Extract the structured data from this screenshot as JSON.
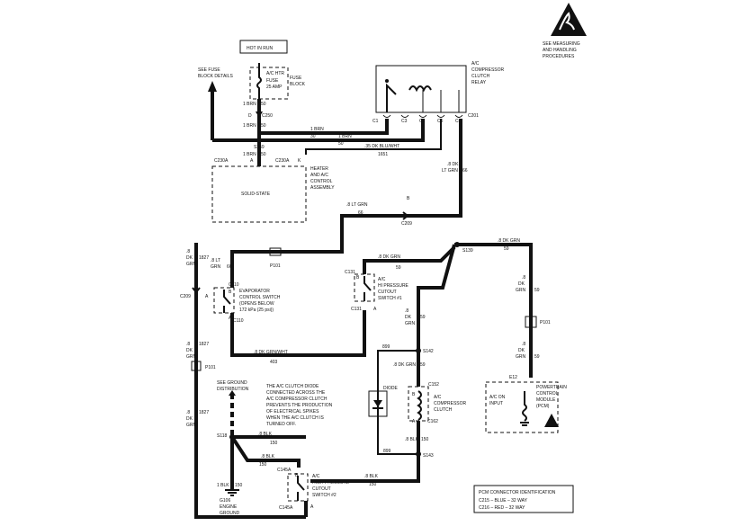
{
  "top_label": "HOT IN RUN",
  "esd_note": [
    "SEE MEASURING",
    "AND HANDLING",
    "PROCEDURES"
  ],
  "fuse": {
    "l1": "A/C HTR",
    "l2": "FUSE",
    "l3": "25 AMP",
    "block1": "FUSE",
    "block2": "BLOCK"
  },
  "see_fuse": [
    "SEE FUSE",
    "BLOCK DETAILS"
  ],
  "relay": {
    "l1": "A/C",
    "l2": "COMPRESSOR",
    "l3": "CLUTCH",
    "l4": "RELAY",
    "pins": [
      "C1",
      "C3",
      "C2",
      "C5",
      "C4"
    ],
    "conn": "C201"
  },
  "wires": {
    "brn50a": "1 BRN",
    "n50a": "50",
    "c250": "C250",
    "d": "D",
    "brn50b": "1 BRN",
    "n50b": "50",
    "relay_brn": "1 BRN",
    "relay_brn2": "1 BRN",
    "n30": "30",
    "n50c": "50",
    "dkbluwht": ".35 DK BLU/WHT",
    "n1651": "1651",
    "s259": "S259",
    "brn50c": "1 BRN",
    "n50d": "50",
    "ltgrn_r": ".8 DK",
    "ltgrn_r2": "LT GRN",
    "n66r": "66",
    "k": "K",
    "a": "A",
    "c230a": "C230A",
    "c230a2": "C230A",
    "ltgrn_mid": ".8 LT GRN",
    "n66m": "66",
    "b": "B",
    "c209m": "C209",
    "dkgrn_l1": ".8",
    "dkgrn_l2": "DK",
    "dkgrn_l3": "GRN",
    "n1827a": "1827",
    "ltgrn_l": ".8 LT",
    "ltgrn_l2": "GRN",
    "n66l": "66",
    "p101a": "P101",
    "c209l": "C209",
    "a_l": "A",
    "dkgrn_l4": ".8",
    "dkgrn_l5": "DK",
    "dkgrn_l6": "GRN",
    "n1827b": "1827",
    "p101b": "P101",
    "dkgrn_l7": ".8",
    "dkgrn_l8": "DK",
    "dkgrn_l9": "GRN",
    "n1827c": "1827",
    "grnwht": ".8 DK GRN/WHT",
    "n403": "403",
    "dkgrn_c131": ".8 DK GRN",
    "n59a": "59",
    "s139": "S139",
    "dkgrn_top": ".8 DK GRN",
    "n59b": "59",
    "dkgrn_r1": ".8",
    "dkgrn_r2": "DK",
    "dkgrn_r3": "GRN",
    "n59c": "59",
    "p101c": "P101",
    "dkgrn_r4": ".8",
    "dkgrn_r5": "DK",
    "dkgrn_r6": "GRN",
    "n59d": "59",
    "e12": "E12",
    "dkgrn_m1": ".8",
    "dkgrn_m2": "DK",
    "dkgrn_m3": "GRN",
    "n59e": "59",
    "n899a": "899",
    "s142": "S142",
    "dkgrn_s": ".8 DK GRN",
    "n59f": "59",
    "c152": "C152",
    "a_cl": "A",
    "b_cl": "B",
    "c162": "C162",
    "blk_cl": ".8 BLK",
    "n150a": "150",
    "n899b": "899",
    "s143": "S143",
    "blk_bot": ".8 BLK",
    "n150b": "150",
    "s118": "S118",
    "blk_a": ".8 BLK",
    "n150c": "150",
    "blk_b": ".8 BLK",
    "n150d": "150",
    "blk_g": "1 BLK",
    "n150e": "150",
    "c145a_t": "C145A",
    "c145a_b": "C145A",
    "b_hp": "B",
    "a_hp": "A",
    "c110_t": "C110",
    "c110_b": "C110",
    "b_ev": "B",
    "a_ev": "A",
    "c131_t": "C131",
    "c131_b": "C131",
    "b_hi": "B",
    "a_hi": "A"
  },
  "hvac": {
    "solid": "SOLID-STATE",
    "l1": "HEATER",
    "l2": "AND A/C",
    "l3": "CONTROL",
    "l4": "ASSEMBLY"
  },
  "evap": [
    "EVAPORATOR",
    "CONTROL SWITCH",
    "(OPENS BELOW",
    "172 kPa (25 psi))"
  ],
  "hipress": [
    "A/C",
    "HI PRESSURE",
    "CUTOUT",
    "SWITCH #1"
  ],
  "hipress2": [
    "A/C",
    "HIGH PRESSURE",
    "CUTOUT",
    "SWITCH #2"
  ],
  "clutch": [
    "A/C",
    "COMPRESSOR",
    "CLUTCH"
  ],
  "diode": "DIODE",
  "note": [
    "THE A/C CLUTCH DIODE",
    "CONNECTED ACROSS THE",
    "A/C COMPRESSOR CLUTCH",
    "PREVENTS THE PRODUCTION",
    "OF ELECTRICAL SPIKES",
    "WHEN THE A/C CLUTCH IS",
    "TURNED OFF."
  ],
  "ground_dist": [
    "SEE GROUND",
    "DISTRIBUTION"
  ],
  "ground": {
    "g": "G106",
    "l1": "ENGINE",
    "l2": "GROUND"
  },
  "pcm": {
    "l1": "POWERTRAIN",
    "l2": "CONTROL",
    "l3": "MODULE",
    "l4": "(PCM)",
    "in1": "A/C ON",
    "in2": "INPUT"
  },
  "pcm_conn": {
    "title": "PCM CONNECTOR IDENTIFICATION",
    "r1": "C215 – BLUE – 32 WAY",
    "r2": "C216 – RED – 32 WAY"
  }
}
